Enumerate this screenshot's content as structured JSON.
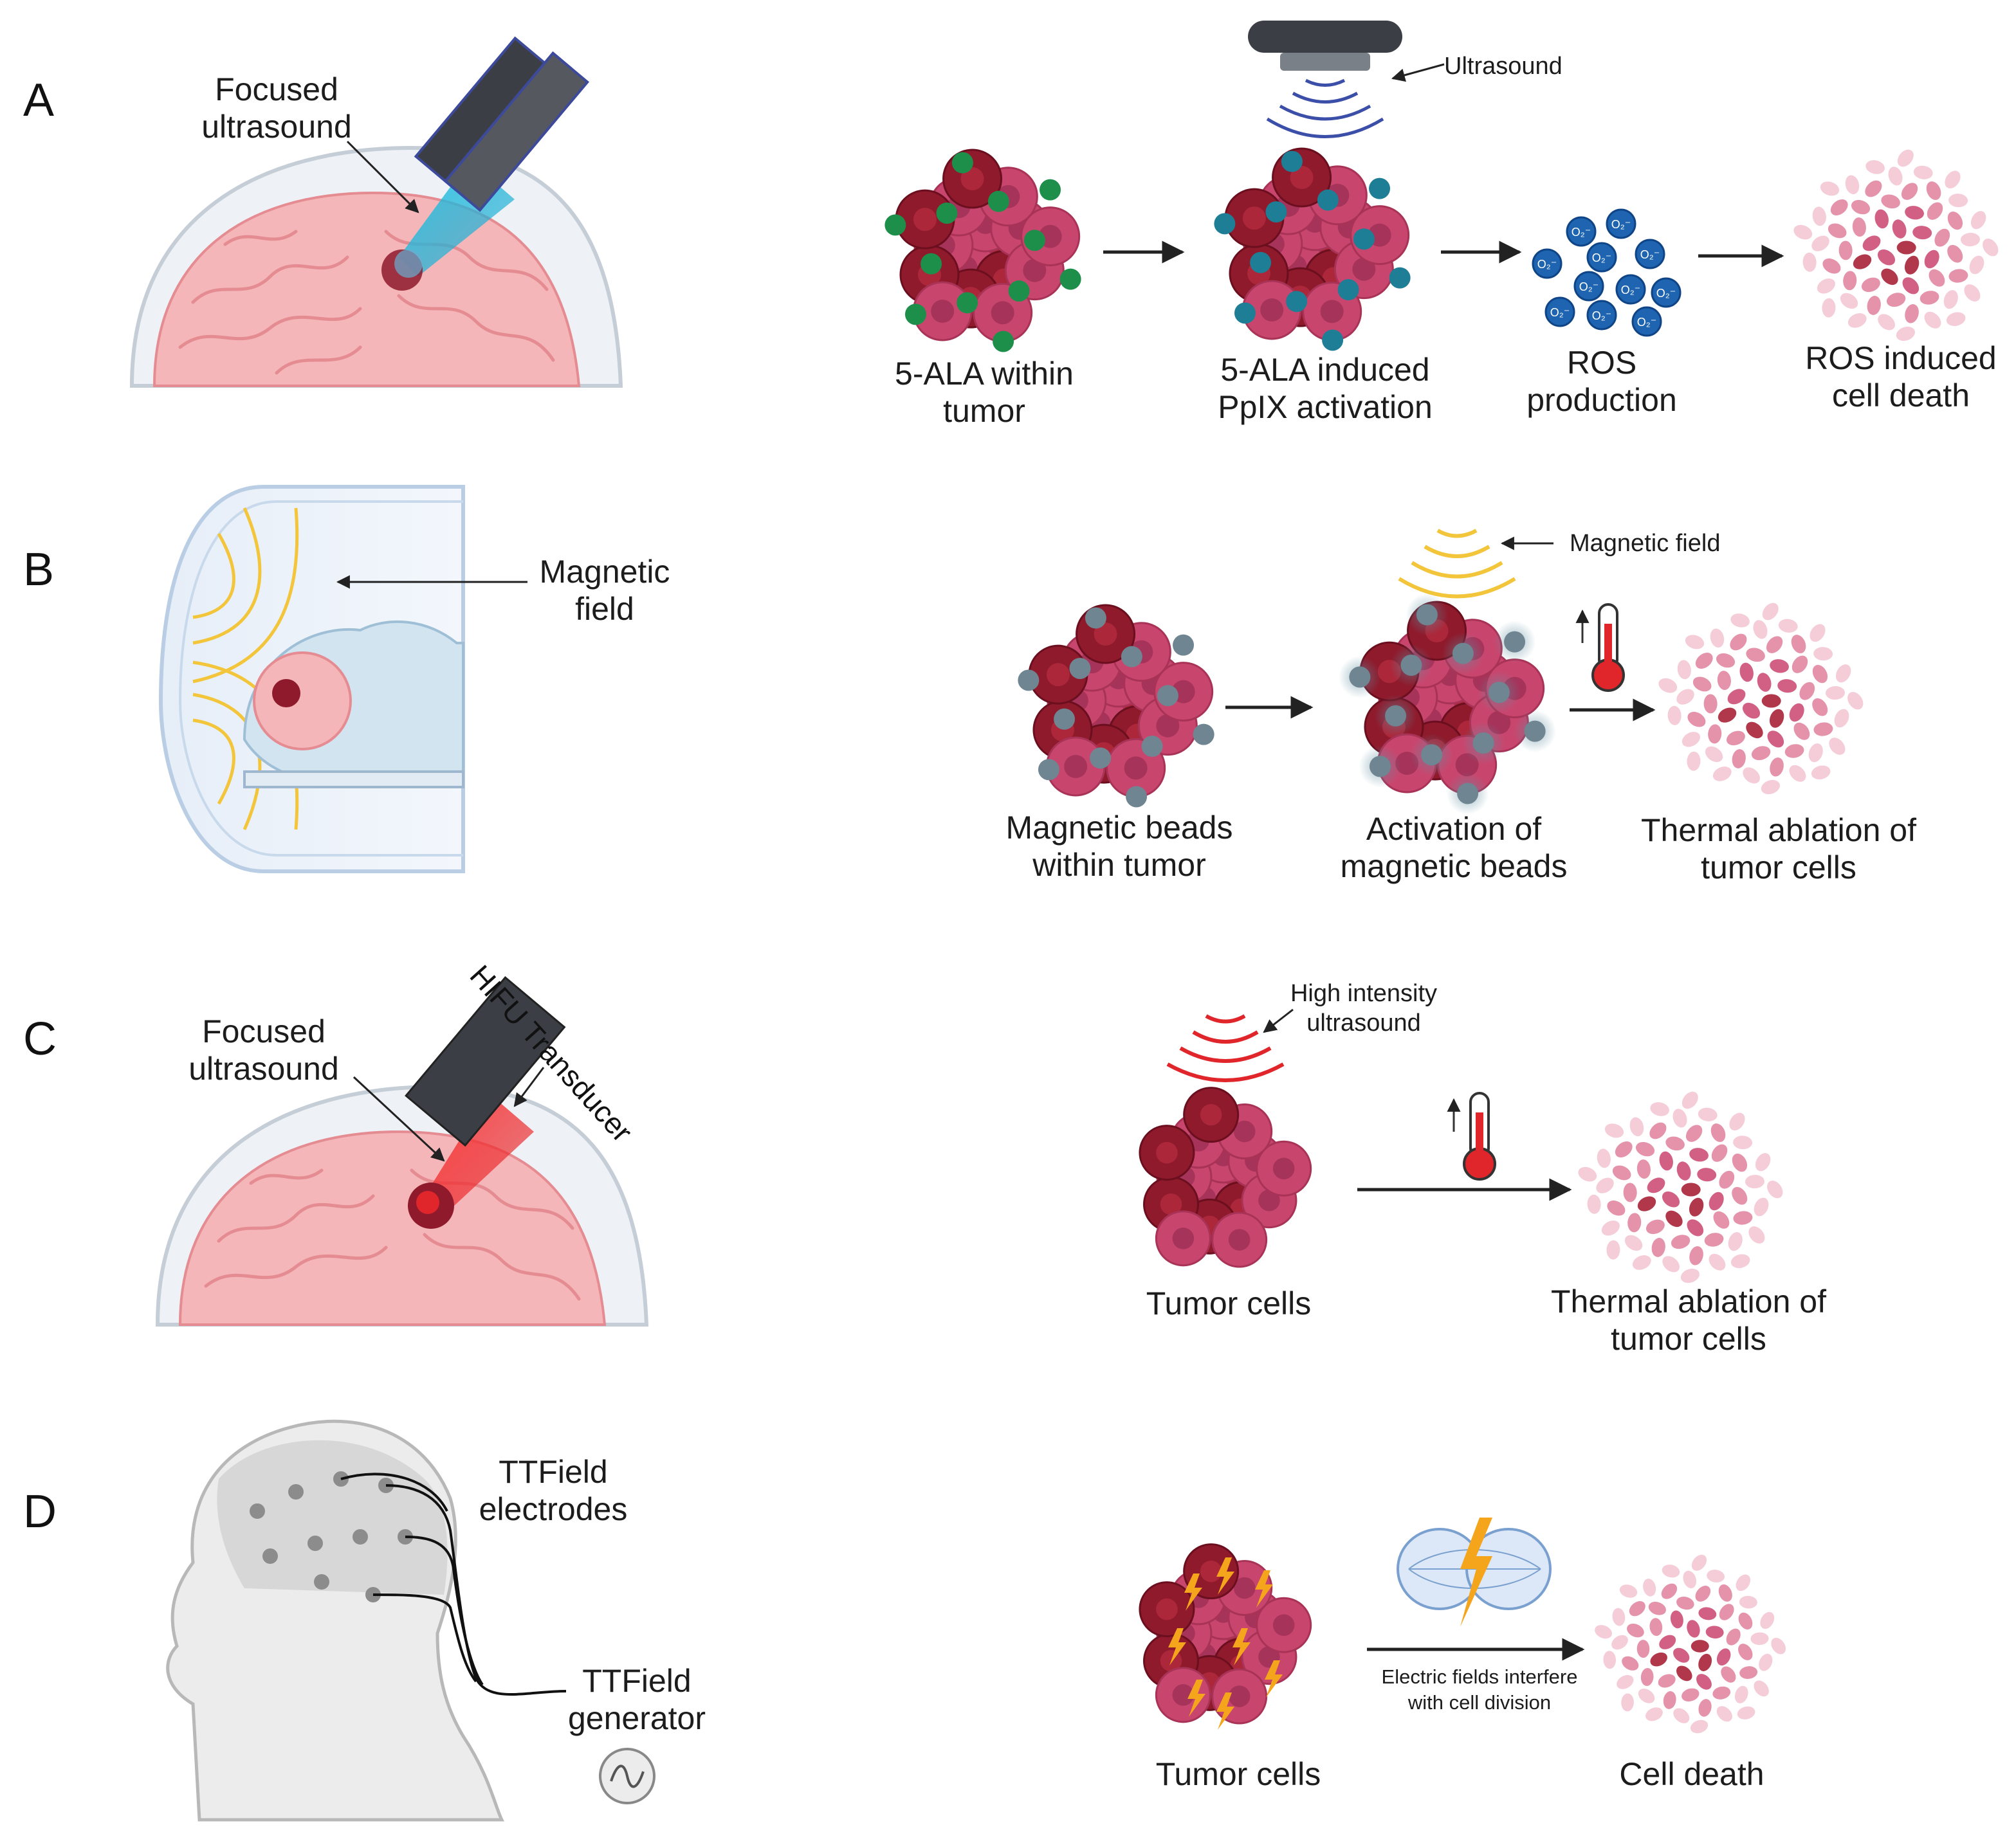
{
  "panels": {
    "a": {
      "letter": "A",
      "focused_ultrasound": "Focused\nultrasound",
      "ultrasound": "Ultrasound",
      "steps": [
        "5-ALA within\ntumor",
        "5-ALA induced\nPpIX activation",
        "ROS\nproduction",
        "ROS induced\ncell death"
      ],
      "ros_symbol": "O₂⁻"
    },
    "b": {
      "letter": "B",
      "magnetic_field": "Magnetic\nfield",
      "magnetic_field_small": "Magnetic field",
      "steps": [
        "Magnetic beads\nwithin tumor",
        "Activation of\nmagnetic beads",
        "Thermal ablation of\ntumor cells"
      ]
    },
    "c": {
      "letter": "C",
      "focused_ultrasound": "Focused\nultrasound",
      "hifu_transducer": "HIFU Transducer",
      "high_intensity": "High intensity\nultrasound",
      "steps": [
        "Tumor cells",
        "Thermal ablation of\ntumor cells"
      ]
    },
    "d": {
      "letter": "D",
      "electrodes": "TTField\nelectrodes",
      "generator": "TTField\ngenerator",
      "electric_fields": "Electric fields interfere\nwith cell division",
      "steps": [
        "Tumor cells",
        "Cell death"
      ]
    }
  },
  "colors": {
    "brain": "#f4b6b8",
    "brain_fold": "#e58c92",
    "tumor_cell": "#c8466e",
    "tumor_dark": "#8e1a2c",
    "dot_green": "#1e8f4a",
    "dot_teal": "#1d7e96",
    "dot_grey": "#6f8591",
    "ros_blue": "#1f64b0",
    "ultrasound_blue": "#3c4fa8",
    "magnet_yellow": "#f2c53a",
    "hifu_red": "#e0262b",
    "bolt_orange": "#f5a51c",
    "transducer": "#3b3f45"
  }
}
